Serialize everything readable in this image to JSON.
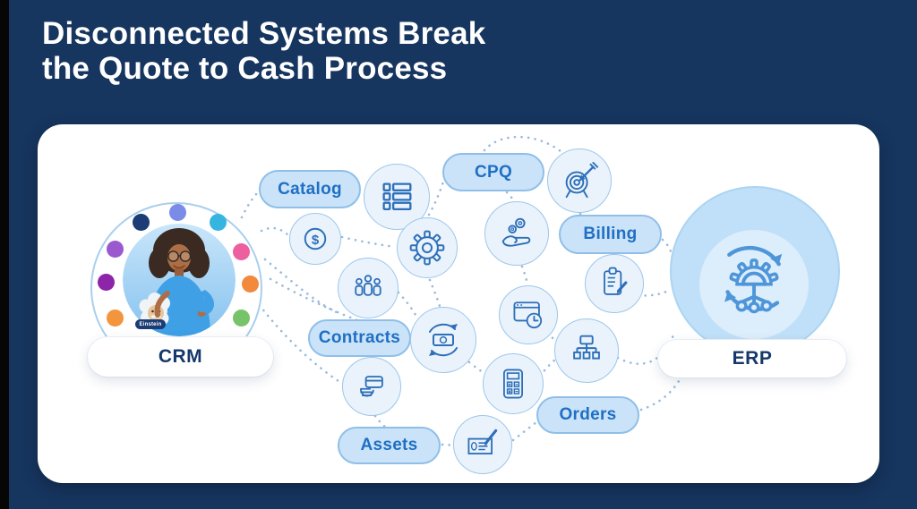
{
  "slide": {
    "title_line1": "Disconnected Systems Break",
    "title_line2": "the Quote to Cash Process"
  },
  "diagram": {
    "crm_label": "CRM",
    "erp_label": "ERP",
    "einstein_badge": "Einstein",
    "pills": {
      "catalog": "Catalog",
      "cpq": "CPQ",
      "billing": "Billing",
      "contracts": "Contracts",
      "assets": "Assets",
      "orders": "Orders"
    },
    "symbols": {
      "dollar": "$"
    },
    "icon_names": [
      "list-icon",
      "dollar-icon",
      "gear-icon",
      "people-icon",
      "target-icon",
      "coins-hand-icon",
      "clipboard-pencil-icon",
      "browser-clock-icon",
      "money-cycle-icon",
      "card-hand-icon",
      "calculator-icon",
      "cheque-pen-icon",
      "flowchart-icon",
      "erp-process-icon",
      "einstein-mascot",
      "crm-agent-portrait"
    ],
    "colors": {
      "background": "#16355F",
      "card": "#FFFFFF",
      "pill_fill": "#CBE3F8",
      "pill_border": "#8FBFE8",
      "pill_text": "#1F6FC4",
      "icon_circle_fill": "#EAF3FC",
      "icon_circle_border": "#9CC6EA",
      "icon_stroke": "#2D6FB8",
      "endpoint_label": "#14386B",
      "connector": "#93B7DB",
      "erp_circle_fill": "#BFE0F8",
      "dot_colors": [
        "#1B3C74",
        "#7B8BE8",
        "#35B5E0",
        "#EE5FA0",
        "#9B59D0",
        "#8E24AA",
        "#F2893C",
        "#77C36A",
        "#F2953C"
      ]
    }
  }
}
